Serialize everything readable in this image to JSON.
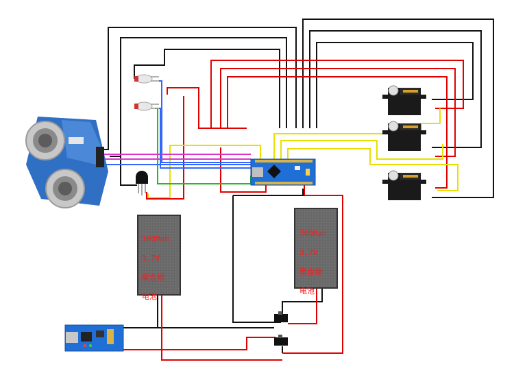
{
  "diagram": {
    "batteries": [
      {
        "lines": [
          "300Mah",
          "3.7V",
          "聚合物",
          "电池"
        ]
      },
      {
        "lines": [
          "300Mah",
          "3.7V",
          "聚合物",
          "电池"
        ]
      }
    ],
    "colors": {
      "wire_black": "#111111",
      "wire_red": "#e00000",
      "wire_yellow": "#e8e000",
      "wire_green": "#22bb22",
      "wire_blue": "#3366ff",
      "wire_magenta": "#dd33cc",
      "battery_body": "#6b6b6b",
      "label_red": "#ff1a1a",
      "board_blue": "#1f6fd6"
    },
    "components": [
      "ultrasonic-sensor",
      "led-1",
      "led-2",
      "temperature-sensor",
      "arduino-nano",
      "servo-1",
      "servo-2",
      "servo-3",
      "battery-1",
      "battery-2",
      "switch-1",
      "switch-2",
      "charger-module"
    ]
  }
}
